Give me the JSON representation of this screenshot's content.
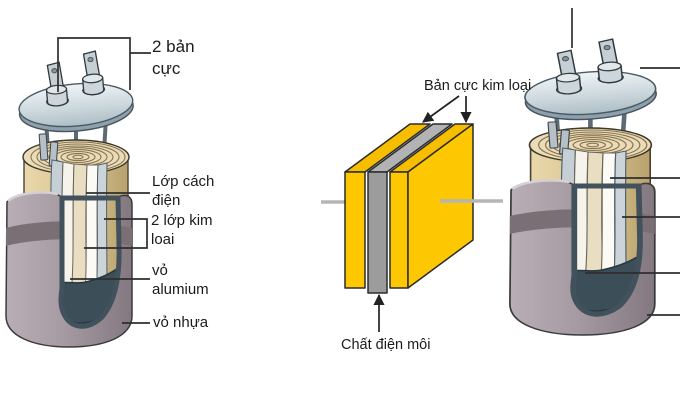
{
  "colors": {
    "plate_yellow": "#fdc702",
    "plate_yellow_top": "#f7be00",
    "dielectric_gray": "#9c9c9c",
    "dielectric_gray_top": "#b3b3b3",
    "lead_gray": "#b5b5b5",
    "label_text": "#1b1b1b",
    "case_gray": "#a79ba3",
    "body_tan": "#d7c28f",
    "interior_slate": "#3c4e58"
  },
  "rolled_capacitor": {
    "labels": {
      "terminals": "2 bản cực",
      "insulation_layer": "Lớp cách điện",
      "metal_layers": "2 lớp kim loai",
      "aluminum_shell": "vỏ alumium",
      "plastic_shell": "vỏ nhựa"
    }
  },
  "parallel_plate_capacitor": {
    "labels": {
      "metal_plates": "Bản cực kim loại",
      "dielectric": "Chất điện môi"
    }
  }
}
